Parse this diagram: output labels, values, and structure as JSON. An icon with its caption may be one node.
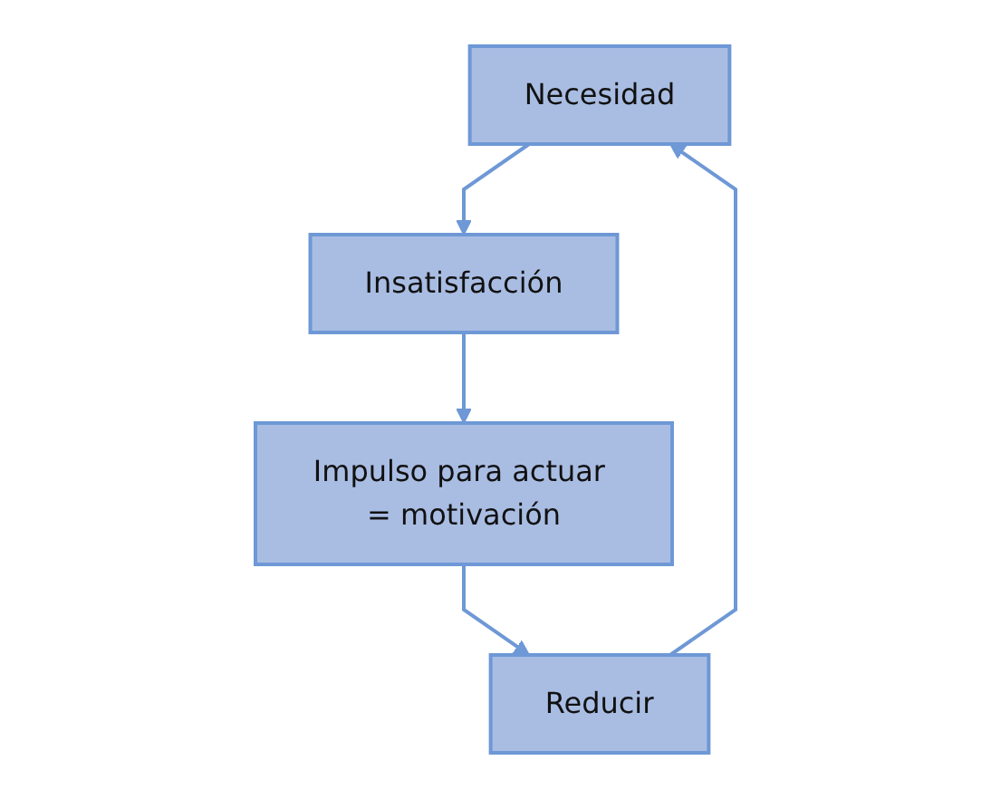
{
  "diagram": {
    "nodes": [
      {
        "text": [
          "Necesidad"
        ]
      },
      {
        "text": [
          "Insatisfacción"
        ]
      },
      {
        "text": [
          "Impulso para actuar = motivación"
        ]
      },
      {
        "text": [
          "Reducir"
        ]
      }
    ],
    "edges": [
      {
        "from": 0,
        "to": 1,
        "arrow": "to"
      },
      {
        "from": 1,
        "to": 2,
        "arrow": "to"
      },
      {
        "from": 2,
        "to": 3,
        "arrow": "to"
      },
      {
        "from": 3,
        "to": 0,
        "arrow": "to"
      }
    ]
  }
}
